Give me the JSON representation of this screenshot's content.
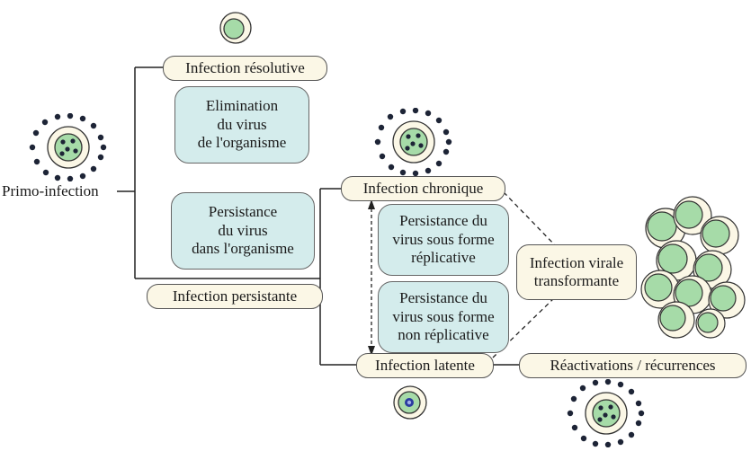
{
  "labels": {
    "primo": "Primo-infection",
    "resolutive": "Infection résolutive",
    "elimination": "Elimination\ndu virus\nde l'organisme",
    "persistance_org": "Persistance\ndu virus\ndans l'organisme",
    "persistante": "Infection persistante",
    "chronique": "Infection chronique",
    "replicative": "Persistance du\nvirus sous forme\nréplicative",
    "non_replicative": "Persistance du\nvirus sous forme\nnon réplicative",
    "transformante": "Infection virale\ntransformante",
    "latente": "Infection latente",
    "reactivations": "Réactivations / récurrences"
  },
  "colors": {
    "pill_fill": "#fbf7e6",
    "box_fill": "#d4ecec",
    "cell_outer": "#fbf7e6",
    "cell_nucleus": "#a6dba8",
    "virus_dot": "#1d2436",
    "latent_ring": "#2a3aa0"
  },
  "icons": [
    "infected-cell-icon",
    "healthy-cell-icon",
    "latent-cell-icon",
    "transformed-cell-cluster-icon"
  ]
}
